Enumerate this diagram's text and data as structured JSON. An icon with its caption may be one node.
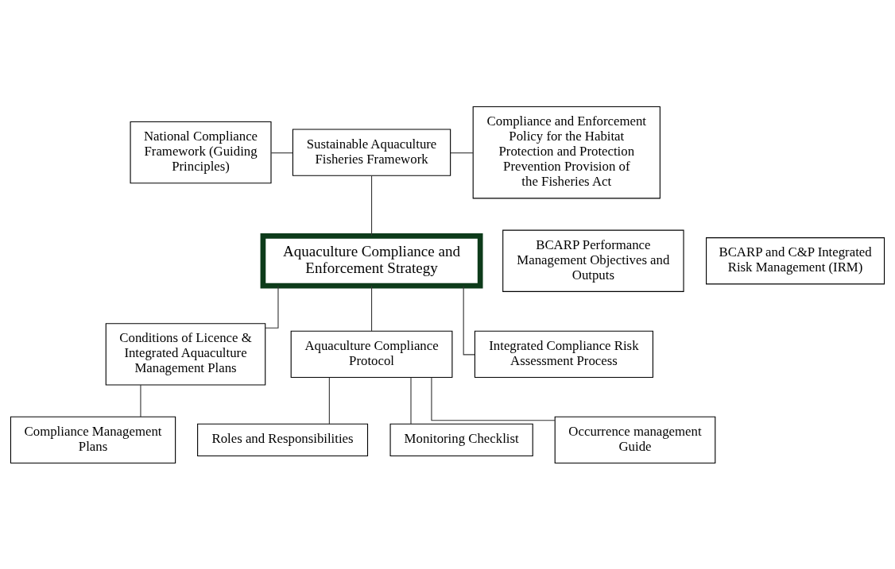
{
  "diagram": {
    "nodes": [
      {
        "text": [
          "National Compliance Framework (Guiding Principles)"
        ]
      },
      {
        "text": [
          "Sustainable Aquaculture Fisheries Framework"
        ]
      },
      {
        "text": [
          "Compliance and Enforcement Policy for the Habitat Protection and Protection Prevention Provision of the Fisheries Act"
        ]
      },
      {
        "text": [
          "BCARP Performance Management Objectives and Outputs"
        ]
      },
      {
        "text": [
          "Aquaculture Compliance and Enforcement Strategy"
        ]
      },
      {
        "text": [
          "BCARP and C&P Integrated Risk Management (IRM)"
        ]
      },
      {
        "text": [
          "Conditions of Licence & Integrated Aquaculture Management Plans"
        ]
      },
      {
        "text": [
          "Aquaculture Compliance Protocol"
        ]
      },
      {
        "text": [
          "Integrated Compliance Risk Assessment Process"
        ]
      },
      {
        "text": [
          "Compliance Management Plans"
        ]
      },
      {
        "text": [
          "Roles and Responsibilities"
        ]
      },
      {
        "text": [
          "Monitoring Checklist"
        ]
      },
      {
        "text": [
          "Occurrence management Guide"
        ]
      }
    ],
    "edges": [
      {
        "from": 0,
        "to": 1,
        "arrow": "none"
      },
      {
        "from": 1,
        "to": 2,
        "arrow": "none"
      },
      {
        "from": 1,
        "to": 4,
        "arrow": "none"
      },
      {
        "from": 4,
        "to": 6,
        "arrow": "none"
      },
      {
        "from": 4,
        "to": 7,
        "arrow": "none"
      },
      {
        "from": 4,
        "to": 8,
        "arrow": "none"
      },
      {
        "from": 6,
        "to": 9,
        "arrow": "none"
      },
      {
        "from": 7,
        "to": 10,
        "arrow": "none"
      },
      {
        "from": 7,
        "to": 11,
        "arrow": "none"
      },
      {
        "from": 7,
        "to": 12,
        "arrow": "none"
      }
    ]
  }
}
